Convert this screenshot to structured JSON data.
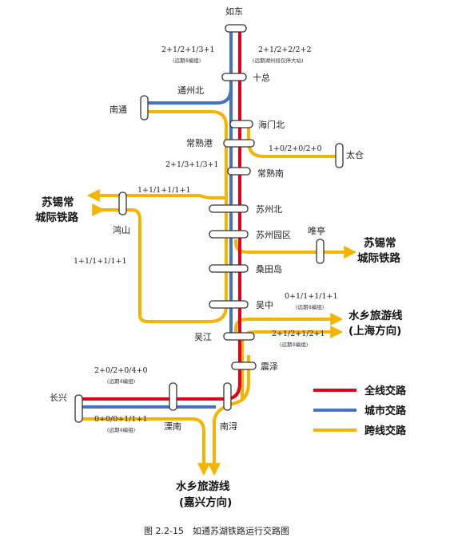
{
  "colors": {
    "red": "#e3001b",
    "blue": "#4472c4",
    "yellow": "#f4b400"
  },
  "stations": {
    "rudong": "如东",
    "shizong": "十总",
    "tongzhoubei": "通州北",
    "nantong": "南通",
    "haimenbei": "海门北",
    "changshugang": "常熟港",
    "taicang": "太仓",
    "changshunan": "常熟南",
    "hongshan": "鸿山",
    "suzhoubei": "苏州北",
    "suzhouyuanqu": "苏州园区",
    "weiting": "唯亭",
    "sangtiandao": "桑田岛",
    "wuzhong": "吴中",
    "wujiang": "吴江",
    "zhenze": "震泽",
    "changxing": "长兴",
    "yangnan": "溧南",
    "nanxun": "南浔"
  },
  "notes": {
    "n1": "2+1/2+1/3+1",
    "n1_sub": "(远期4编组)",
    "n2": "2+1/2+2/2+2",
    "n2_sub": "(远期湖州段仅停大站)",
    "n3": "1+0/2+0/2+0",
    "n4": "2+1/3+1/3+1",
    "n5": "1+1/1+1/1+1",
    "n6": "1+1/1+1/1+1",
    "n7": "0+1/1+1/1+1",
    "n7_sub": "(远期4编组)",
    "n8": "2+1/2+1/2+1",
    "n8_sub": "(远期4编组)",
    "n9": "2+0/2+0/4+0",
    "n9_sub": "(远期4编组)",
    "n10": "0+0/0+1/1+1",
    "n10_sub": "(远期4编组)"
  },
  "destinations": {
    "sxc_left_1": "苏锡常",
    "sxc_left_2": "城际铁路",
    "sxc_right_1": "苏锡常",
    "sxc_right_2": "城际铁路",
    "sx_right_1": "水乡旅游线",
    "sx_right_2": "(上海方向)",
    "sx_bottom_1": "水乡旅游线",
    "sx_bottom_2": "(嘉兴方向)"
  },
  "legend": [
    {
      "label": "全线交路",
      "color": "#e3001b"
    },
    {
      "label": "城市交路",
      "color": "#4472c4"
    },
    {
      "label": "跨线交路",
      "color": "#f4b400"
    }
  ],
  "caption": "图 2.2-15　如通苏湖铁路运行交路图"
}
